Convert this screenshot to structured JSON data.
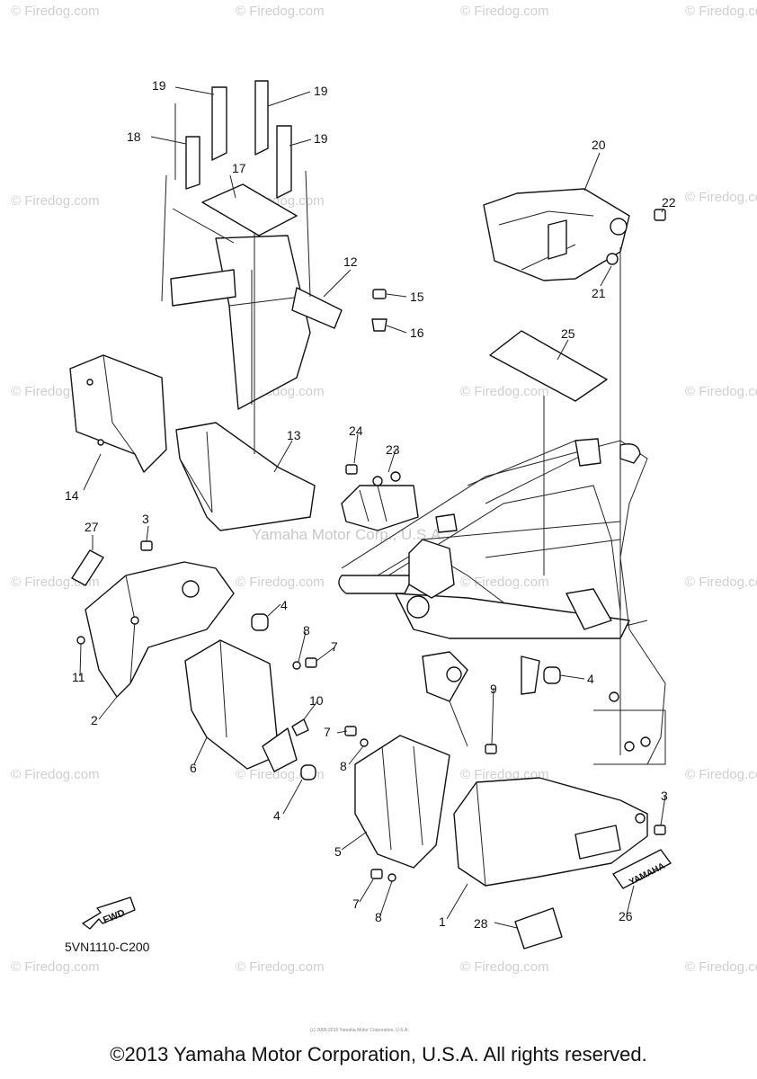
{
  "watermark": "© Firedog.com",
  "center_watermark": "Yamaha Motor Corp., U.S.A.",
  "part_code": "5VN1110-C200",
  "fwd_label": "FWD",
  "emblem_text": "YAMAHA",
  "tiny_credit": "(c) 2005-2015 Yamaha Motor Corporation, U.S.A.",
  "copyright": "©2013 Yamaha Motor Corporation, U.S.A. All rights reserved.",
  "callouts": [
    "19",
    "19",
    "18",
    "19",
    "17",
    "20",
    "22",
    "12",
    "15",
    "16",
    "21",
    "25",
    "14",
    "13",
    "24",
    "23",
    "27",
    "3",
    "4",
    "8",
    "7",
    "11",
    "2",
    "10",
    "6",
    "7",
    "8",
    "9",
    "4",
    "4",
    "5",
    "3",
    "7",
    "8",
    "1",
    "26",
    "28"
  ]
}
